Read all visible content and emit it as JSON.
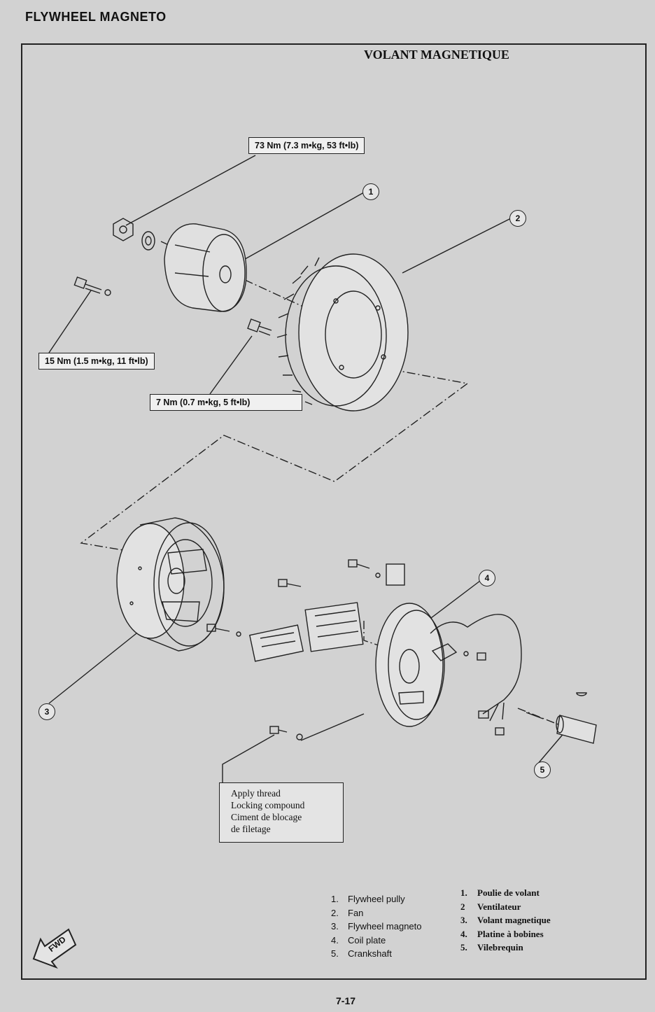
{
  "header": {
    "title_en": "FLYWHEEL MAGNETO",
    "title_fr": "VOLANT MAGNETIQUE"
  },
  "callouts": {
    "torque_73": "73 Nm (7.3 m•kg, 53 ft•lb)",
    "torque_15": "15 Nm (1.5 m•kg, 11 ft•lb)",
    "torque_7": "7 Nm (0.7 m•kg, 5 ft•lb)",
    "note_lines": [
      "Apply thread",
      "Locking compound",
      "Ciment de blocage",
      "de filetage"
    ]
  },
  "part_numbers": [
    "1",
    "2",
    "3",
    "4",
    "5"
  ],
  "legend_en": [
    {
      "num": "1.",
      "label": "Flywheel pully"
    },
    {
      "num": "2.",
      "label": "Fan"
    },
    {
      "num": "3.",
      "label": "Flywheel magneto"
    },
    {
      "num": "4.",
      "label": "Coil plate"
    },
    {
      "num": "5.",
      "label": "Crankshaft"
    }
  ],
  "legend_fr": [
    {
      "num": "1.",
      "label": "Poulie de volant"
    },
    {
      "num": "2",
      "label": "Ventilateur"
    },
    {
      "num": "3.",
      "label": "Volant magnetique"
    },
    {
      "num": "4.",
      "label": "Platine à bobines"
    },
    {
      "num": "5.",
      "label": "Vilebrequin"
    }
  ],
  "fwd_label": "FWD",
  "page_number": "7-17",
  "icons": [
    "fwd-arrow-icon"
  ]
}
